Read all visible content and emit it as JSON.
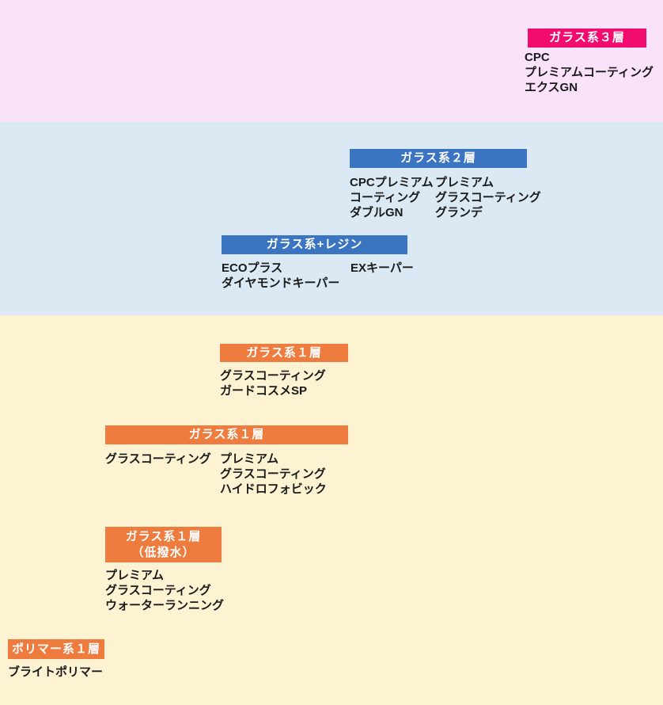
{
  "colors": {
    "band_top_pink": "#fae2fb",
    "band_middle_blue": "#dbe9f4",
    "band_bottom_cream": "#fdf2d1",
    "label_glass3_pink": "#f20c6e",
    "label_glass2_blue": "#3b74c0",
    "label_glass1_orange": "#ee7c3e",
    "label_text": "#ffffff",
    "body_text": "#1a1a1a"
  },
  "groups": [
    {
      "id": "glass-3-layer",
      "label_lines": [
        "ガラス系３層"
      ],
      "columns": [
        {
          "lines": [
            "CPC",
            "プレミアムコーティング",
            "エクスGN"
          ]
        }
      ]
    },
    {
      "id": "glass-2-layer",
      "label_lines": [
        "ガラス系２層"
      ],
      "columns": [
        {
          "lines": [
            "CPCプレミアム",
            "コーティング",
            "ダブルGN"
          ]
        },
        {
          "lines": [
            "プレミアム",
            "グラスコーティング",
            "グランデ"
          ]
        }
      ]
    },
    {
      "id": "glass-plus-resin",
      "label_lines": [
        "ガラス系+レジン"
      ],
      "columns": [
        {
          "lines": [
            "ECOプラス",
            "ダイヤモンドキーパー"
          ]
        },
        {
          "lines": [
            "EXキーパー"
          ]
        }
      ]
    },
    {
      "id": "glass-1-layer-a",
      "label_lines": [
        "ガラス系１層"
      ],
      "columns": [
        {
          "lines": [
            "グラスコーティング",
            "ガードコスメSP"
          ]
        }
      ]
    },
    {
      "id": "glass-1-layer-b",
      "label_lines": [
        "ガラス系１層"
      ],
      "columns": [
        {
          "lines": [
            "グラスコーティング"
          ]
        },
        {
          "lines": [
            "プレミアム",
            "グラスコーティング",
            "ハイドロフォビック"
          ]
        }
      ]
    },
    {
      "id": "glass-1-layer-low-repellency",
      "label_lines": [
        "ガラス系１層",
        "（低撥水）"
      ],
      "columns": [
        {
          "lines": [
            "プレミアム",
            "グラスコーティング",
            "ウォーターランニング"
          ]
        }
      ]
    },
    {
      "id": "polymer-1-layer",
      "label_lines": [
        "ポリマー系１層"
      ],
      "columns": [
        {
          "lines": [
            "ブライトポリマー"
          ]
        }
      ]
    }
  ]
}
